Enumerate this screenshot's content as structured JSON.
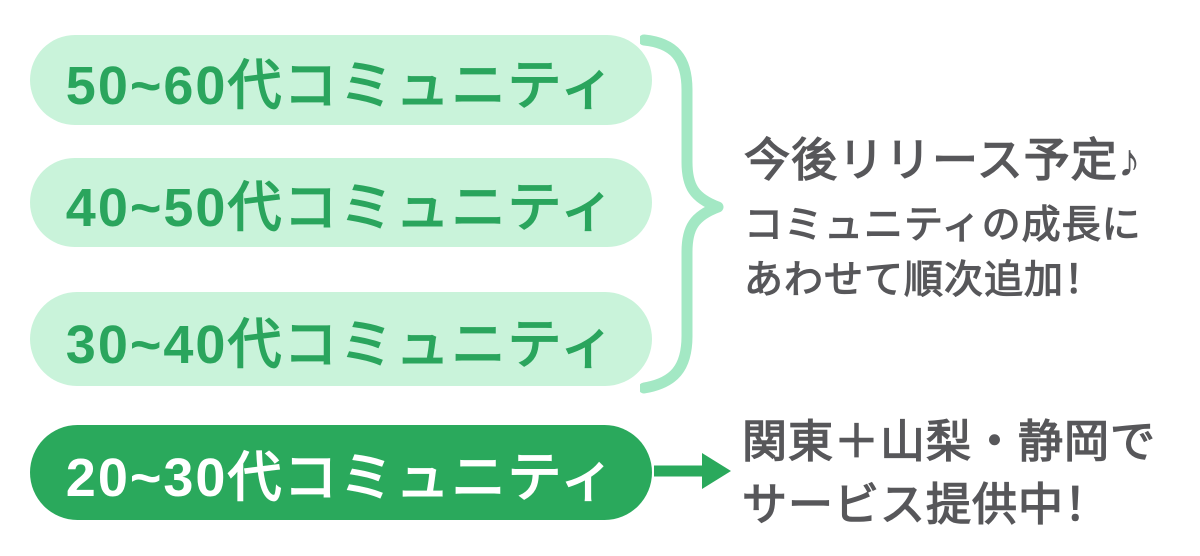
{
  "palette": {
    "pill_light_bg": "#c9f3da",
    "pill_light_text": "#2aa55d",
    "pill_dark_bg": "#2aa95c",
    "pill_dark_text": "#ffffff",
    "brace_color": "#a3e8c4",
    "arrow_color": "#2aa95c",
    "note_text": "#57575a",
    "background": "#ffffff"
  },
  "pills": {
    "upcoming": [
      {
        "label": "50~60代コミュニティ"
      },
      {
        "label": "40~50代コミュニティ"
      },
      {
        "label": "30~40代コミュニティ"
      }
    ],
    "active": {
      "label": "20~30代コミュニティ"
    }
  },
  "notes": {
    "upcoming": {
      "title": "今後リリース予定♪",
      "line1": "コミュニティの成長に",
      "line2": "あわせて順次追加！"
    },
    "active": {
      "line1": "関東＋山梨・静岡で",
      "line2": "サービス提供中！"
    }
  },
  "icons": {
    "brace": "curly-brace-right",
    "arrow": "arrow-right"
  }
}
